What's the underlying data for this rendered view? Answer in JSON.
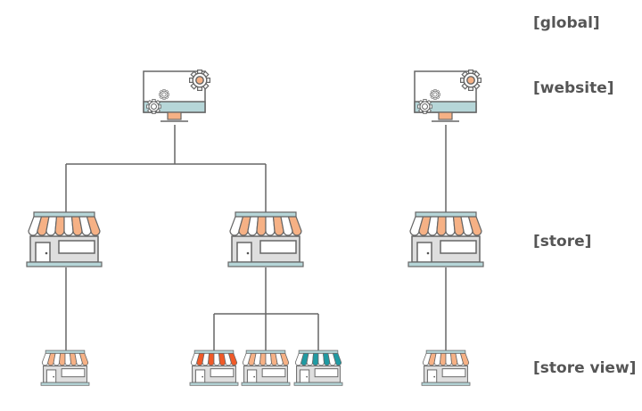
{
  "labels": {
    "global": "[global]",
    "website": "[website]",
    "store": "[store]",
    "store_view": "[store view]"
  },
  "icons": {
    "website": "monitor-with-gears-icon",
    "store": "storefront-icon",
    "store_view": "storefront-icon"
  },
  "colors": {
    "line": "#666666",
    "awning_default": "#f6b185",
    "awning_red": "#f05a28",
    "awning_teal": "#1f9aa2",
    "accent_light_teal": "#b6d6d8",
    "body_grey": "#dedede"
  }
}
